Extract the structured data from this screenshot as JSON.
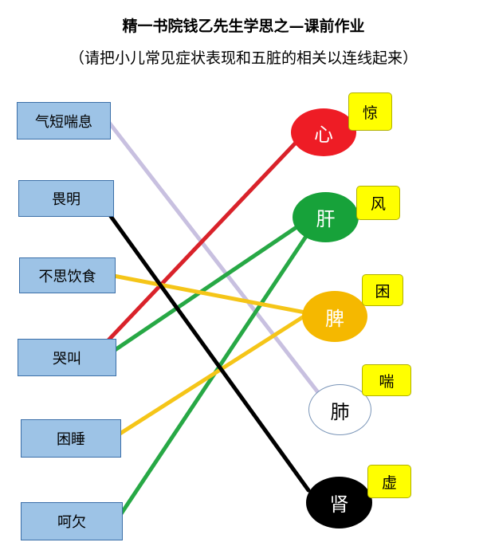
{
  "title": "精一书院钱乙先生学思之—课前作业",
  "subtitle": "（请把小儿常见症状表现和五脏的相关以连线起来）",
  "symptoms": [
    "气短喘息",
    "畏明",
    "不思饮食",
    "哭叫",
    "困睡",
    "呵欠"
  ],
  "organs": [
    {
      "name": "心",
      "tag": "惊",
      "fill": "#ee1c25",
      "text_color": "#ffffff"
    },
    {
      "name": "肝",
      "tag": "风",
      "fill": "#17a23a",
      "text_color": "#ffffff"
    },
    {
      "name": "脾",
      "tag": "困",
      "fill": "#f5b800",
      "text_color": "#ffffff"
    },
    {
      "name": "肺",
      "tag": "喘",
      "fill": "#ffffff",
      "text_color": "#000000"
    },
    {
      "name": "肾",
      "tag": "虚",
      "fill": "#000000",
      "text_color": "#ffffff"
    }
  ],
  "connections": [
    {
      "symptom": "气短喘息",
      "organ": "肺",
      "color": "#c8c0e0"
    },
    {
      "symptom": "畏明",
      "organ": "肾",
      "color": "#000000"
    },
    {
      "symptom": "不思饮食",
      "organ": "脾",
      "color": "#f5c518"
    },
    {
      "symptom": "哭叫",
      "organ": "心",
      "color": "#d9222a"
    },
    {
      "symptom": "哭叫",
      "organ": "肝",
      "color": "#27a845"
    },
    {
      "symptom": "困睡",
      "organ": "脾",
      "color": "#f5c518"
    },
    {
      "symptom": "呵欠",
      "organ": "肝",
      "color": "#27a845"
    }
  ]
}
